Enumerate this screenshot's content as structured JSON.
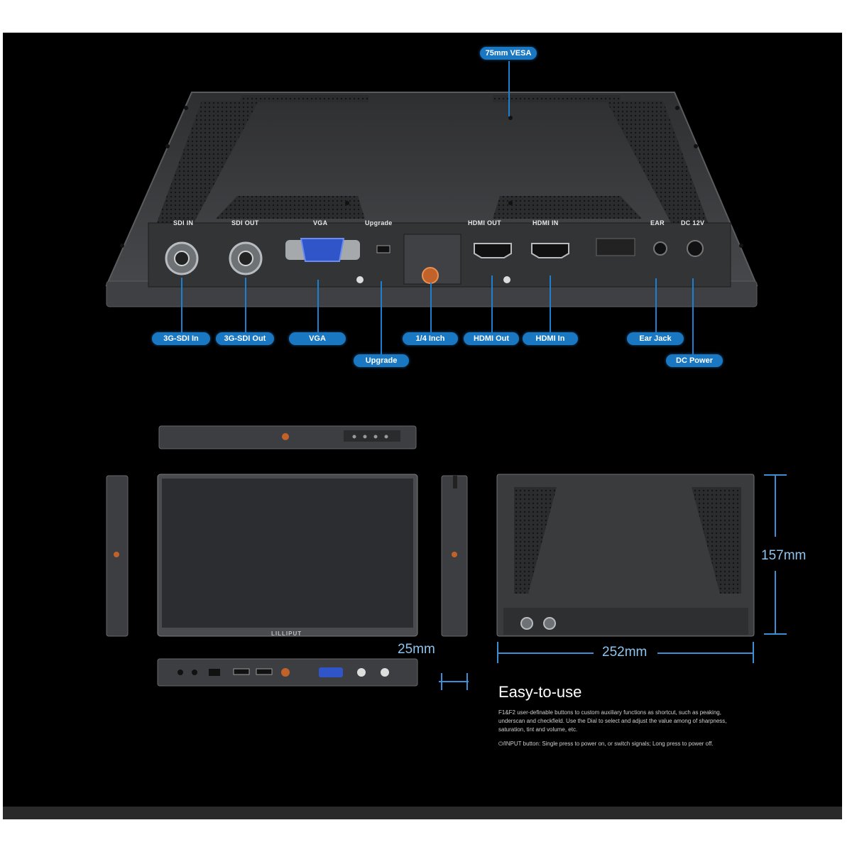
{
  "vesa_label": "75mm VESA",
  "port_labels": {
    "sdi_in": "SDI IN",
    "sdi_out": "SDI OUT",
    "vga": "VGA",
    "upgrade": "Upgrade",
    "hdmi_out": "HDMI OUT",
    "hdmi_in": "HDMI IN",
    "ear": "EAR",
    "dc": "DC 12V"
  },
  "callouts": {
    "sdi_in": "3G-SDI In",
    "sdi_out": "3G-SDI Out",
    "vga": "VGA",
    "upgrade": "Upgrade",
    "quarter_inch": "1/4 Inch",
    "hdmi_out": "HDMI Out",
    "hdmi_in": "HDMI In",
    "ear_jack": "Ear Jack",
    "dc_power": "DC Power"
  },
  "brand": "LILLIPUT",
  "dimensions": {
    "depth": "25mm",
    "width": "252mm",
    "height": "157mm"
  },
  "feature": {
    "title": "Easy-to-use",
    "paragraph1": "F1&F2 user-definable buttons to custom auxiliary functions as shortcut, such as peaking, underscan and checkfield. Use the Dial to select and adjust the value among of sharpness, saturation, tint and volume, etc.",
    "paragraph2": "⏻/INPUT button: Single press to power on, or switch signals; Long press to power off."
  },
  "colors": {
    "accent": "#1a78c2",
    "background": "#000000",
    "body": "#3a3b3d"
  }
}
